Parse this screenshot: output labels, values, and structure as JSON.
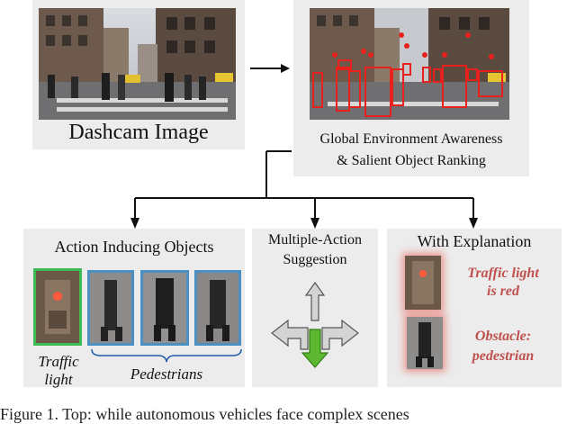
{
  "top_left": {
    "label": "Dashcam Image"
  },
  "top_right": {
    "label_line1": "Global Environment Awareness",
    "label_line2": "& Salient Object Ranking"
  },
  "bottom_left": {
    "title": "Action Inducing Objects",
    "traffic_label_line1": "Traffic",
    "traffic_label_line2": "light",
    "pedestrians_label": "Pedestrians"
  },
  "bottom_mid": {
    "title_line1": "Multiple-Action",
    "title_line2": "Suggestion"
  },
  "bottom_right": {
    "title": "With Explanation",
    "exp1_line1": "Traffic light",
    "exp1_line2": "is red",
    "exp2_line1": "Obstacle:",
    "exp2_line2": "pedestrian"
  },
  "caption": {
    "text": "Figure 1. Top: while autonomous vehicles face complex scenes"
  },
  "colors": {
    "panel": "#ececec",
    "red_box": "#e8211d",
    "green_box": "#3cba54",
    "blue_box": "#4a90c2",
    "explanation_text": "#c0504d",
    "arrow_green": "#5cb82e",
    "arrow_gray": "#c8c8c8"
  }
}
